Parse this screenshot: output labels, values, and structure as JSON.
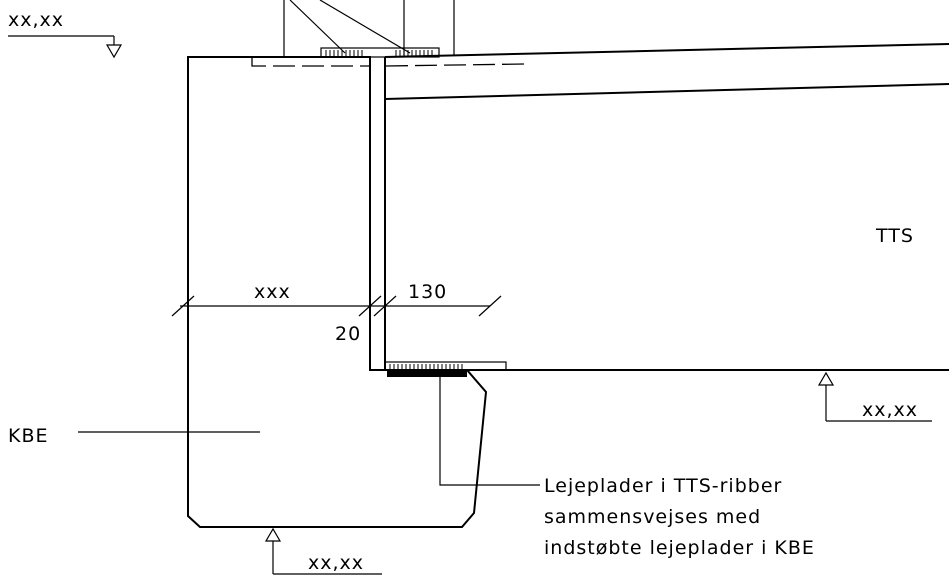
{
  "levels": {
    "top_left": "xx,xx",
    "right": "xx,xx",
    "bottom": "xx,xx"
  },
  "labels": {
    "tts": "TTS",
    "kbe": "KBE"
  },
  "dimensions": {
    "left_width": "xxx",
    "gap": "20",
    "bearing_length": "130"
  },
  "note": {
    "line1": "Lejeplader i TTS-ribber",
    "line2": "sammensvejses med",
    "line3": "indstøbte lejeplader i KBE"
  }
}
